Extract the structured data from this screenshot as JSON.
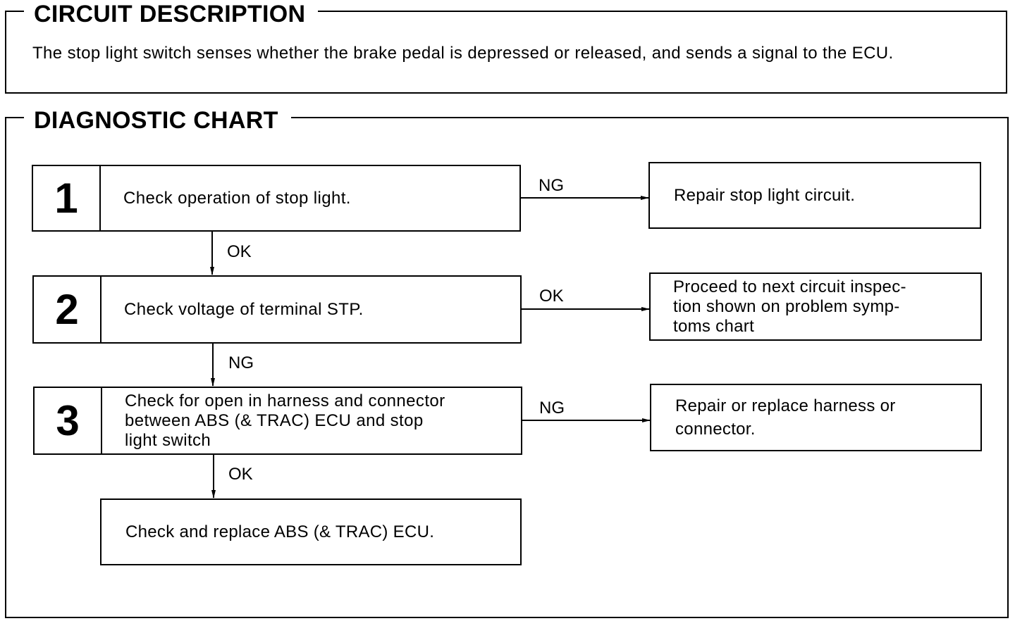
{
  "circuit_description": {
    "title": "CIRCUIT DESCRIPTION",
    "text": "The stop light switch senses whether the brake pedal is depressed or released, and sends a signal to the ECU."
  },
  "diagnostic_chart": {
    "title": "DIAGNOSTIC CHART",
    "steps": [
      {
        "number": "1",
        "text": "Check operation of stop light."
      },
      {
        "number": "2",
        "text": "Check voltage of terminal STP."
      },
      {
        "number": "3",
        "line1": "Check for open in harness and connector",
        "line2": "between ABS (& TRAC) ECU and stop",
        "line3": "light switch"
      }
    ],
    "results": [
      {
        "text": "Repair stop light circuit."
      },
      {
        "line1": "Proceed to next circuit inspec-",
        "line2": "tion shown on problem symp-",
        "line3": "toms chart"
      },
      {
        "line1": "Repair or replace harness or",
        "line2": "connector."
      }
    ],
    "final": {
      "text": "Check and replace ABS (& TRAC) ECU."
    },
    "branch_labels": {
      "step1_right": "NG",
      "step1_down": "OK",
      "step2_right": "OK",
      "step2_down": "NG",
      "step3_right": "NG",
      "step3_down": "OK"
    }
  }
}
